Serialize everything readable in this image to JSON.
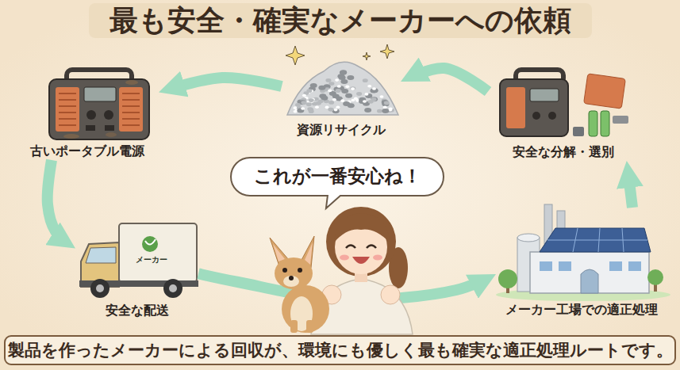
{
  "diagram": {
    "title": "最も安全・確実なメーカーへの依頼",
    "caption": "製品を作ったメーカーによる回収が、環境にも優しく最も確実な適正処理ルートです。",
    "nodes": [
      {
        "text": [
          "古いポータブル電源"
        ]
      },
      {
        "text": [
          "安全な配送"
        ]
      },
      {
        "text": [
          "メーカー工場での適正処理"
        ]
      },
      {
        "text": [
          "安全な分解・選別"
        ]
      },
      {
        "text": [
          "資源リサイクル"
        ]
      },
      {
        "text": [
          "これが一番安心ね！"
        ]
      }
    ],
    "edges": [
      {
        "from": 0,
        "to": 1,
        "arrow": "to"
      },
      {
        "from": 1,
        "to": 2,
        "arrow": "to"
      },
      {
        "from": 2,
        "to": 3,
        "arrow": "to"
      },
      {
        "from": 3,
        "to": 4,
        "arrow": "to"
      },
      {
        "from": 4,
        "to": 0,
        "arrow": "to"
      }
    ],
    "labels": [
      "メーカー"
    ]
  }
}
